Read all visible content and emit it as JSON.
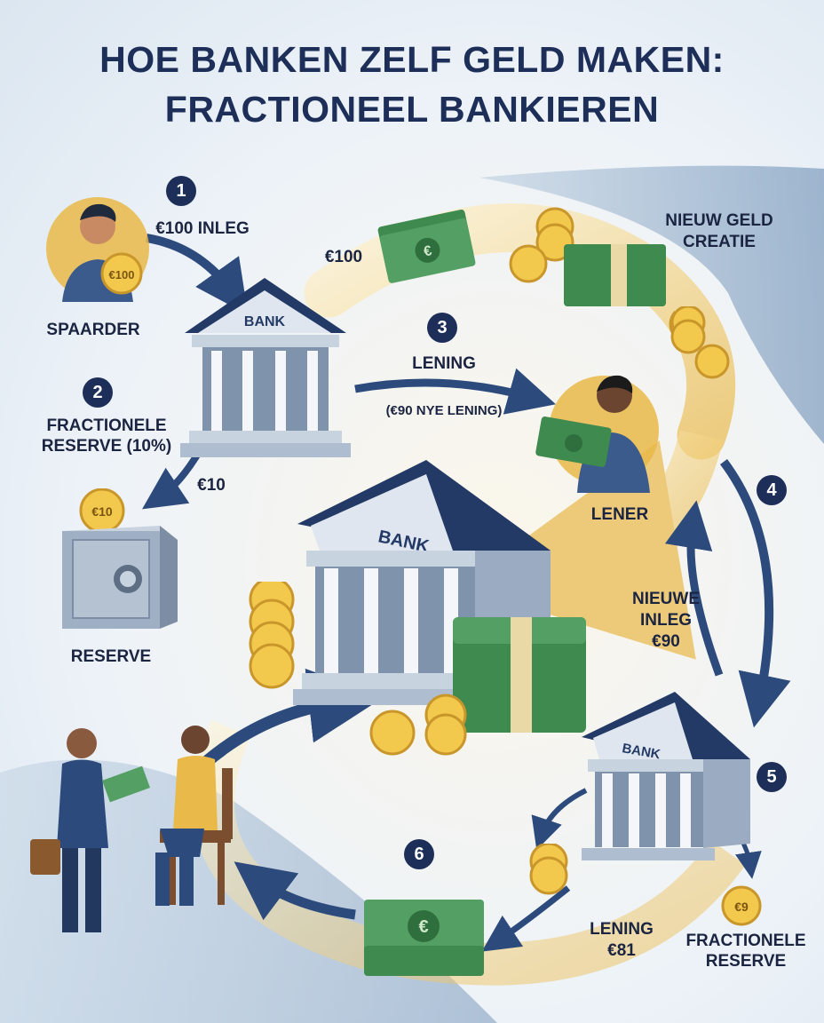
{
  "title": {
    "line1": "HOE BANKEN ZELF GELD MAKEN:",
    "line2": "FRACTIONEEL BANKIEREN"
  },
  "steps": {
    "s1": "1",
    "s2": "2",
    "s3": "3",
    "s4": "4",
    "s5": "5",
    "s6": "6"
  },
  "labels": {
    "deposit": "€100 INLEG",
    "saver": "SPAARDER",
    "amount_100": "€100",
    "new_money_line1": "NIEUW GELD",
    "new_money_line2": "CREATIE",
    "loan": "LENING",
    "loan_new": "(€90 NYE LENING)",
    "reserve_frac_line1": "FRACTIONELE",
    "reserve_frac_line2": "RESERVE (10%)",
    "amount_10": "€10",
    "borrower": "LENER",
    "reserve": "RESERVE",
    "new_deposit_line1": "NIEUWE",
    "new_deposit_line2": "INLEG",
    "new_deposit_line3": "€90",
    "loan81_line1": "LENING",
    "loan81_line2": "€81",
    "fractional_line1": "FRACTIONELE",
    "fractional_line2": "RESERVE"
  },
  "graphics": {
    "bank_sign": "BANK",
    "coin_saver": "€100",
    "coin_safe": "€10",
    "coin_small": "€9",
    "euro": "€"
  },
  "colors": {
    "navy": "#1d2e58",
    "gold": "#e9b949",
    "green": "#3e8a4f",
    "arrow_blue": "#2c4a7c"
  }
}
